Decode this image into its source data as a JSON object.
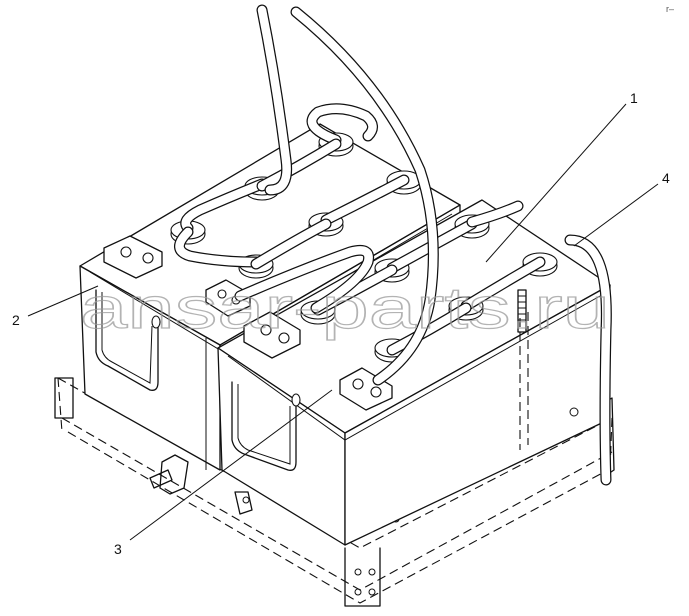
{
  "diagram": {
    "callouts": [
      {
        "id": "1",
        "label": "1"
      },
      {
        "id": "2",
        "label": "2"
      },
      {
        "id": "3",
        "label": "3"
      },
      {
        "id": "4",
        "label": "4"
      }
    ],
    "watermark": "ansar-parts.ru",
    "corner_mark": "r–"
  }
}
